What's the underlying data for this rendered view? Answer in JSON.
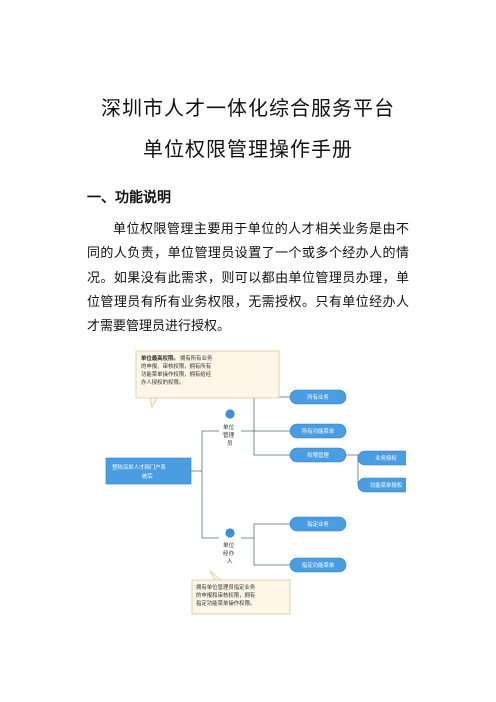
{
  "document": {
    "title_line1": "深圳市人才一体化综合服务平台",
    "title_line2": "单位权限管理操作手册",
    "section_heading": "一、功能说明",
    "paragraph": "单位权限管理主要用于单位的人才相关业务是由不同的人负责，单位管理员设置了一个或多个经办人的情况。如果没有此需求，则可以都由单位管理员办理，单位管理员有所有业务权限，无需授权。只有单位经办人才需要管理员进行授权。"
  },
  "diagram": {
    "colors": {
      "node_fill": "#4a9de0",
      "node_border": "#2e7fc6",
      "line": "#5a6b7a",
      "callout_fill": "#fdf6e6",
      "callout_border": "#d8c8a6",
      "person_dot": "#3d8fd6"
    },
    "root_label": "登陆深圳人才网门户系统",
    "manager": {
      "label": "单位\n管理员",
      "callout_title": "单位最高权限。",
      "callout_body": "拥有所有业务的申报、审核权限，拥有所有功能菜单操作权限，拥有给经办人授权的权限。"
    },
    "manager_children": [
      "所有业务",
      "所有功能菜单",
      "权限管理"
    ],
    "permission_children": [
      "业务授权",
      "功能菜单授权"
    ],
    "agent": {
      "label": "单位\n经办人",
      "callout_body": "拥有单位管理员指定业务的申报和审核权限，拥有指定功能菜单操作权限。"
    },
    "agent_children": [
      "指定业务",
      "指定功能菜单"
    ]
  }
}
